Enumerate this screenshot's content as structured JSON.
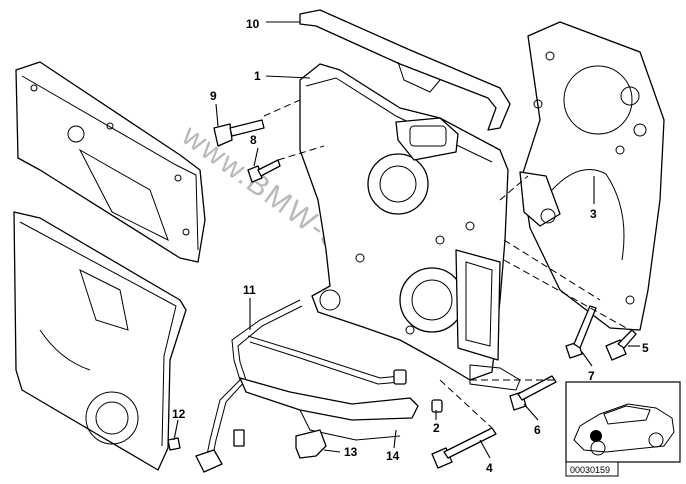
{
  "watermark": "www.BMW-SBS.ru",
  "reference_code": "00030159",
  "callouts": [
    "1",
    "2",
    "3",
    "4",
    "5",
    "6",
    "7",
    "8",
    "9",
    "10",
    "11",
    "12",
    "13",
    "14"
  ]
}
